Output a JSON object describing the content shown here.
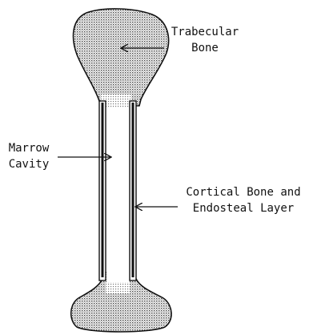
{
  "labels": {
    "trabecular": {
      "line1": "Trabecular",
      "line2": "Bone"
    },
    "marrow": {
      "line1": "Marrow",
      "line2": "Cavity"
    },
    "cortical": {
      "line1": "Cortical Bone and",
      "line2": "Endosteal Layer"
    }
  },
  "colors": {
    "stroke": "#111111",
    "stipple_light": "#c8c8c8",
    "stipple_dark": "#444444"
  }
}
